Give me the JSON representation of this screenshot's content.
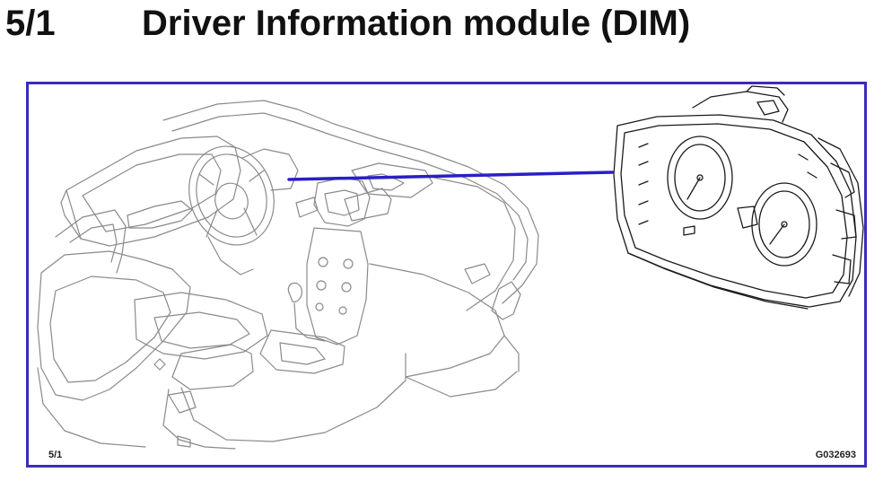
{
  "header": {
    "section_number": "5/1",
    "title": "Driver Information module (DIM)"
  },
  "figure": {
    "reference_label": "5/1",
    "drawing_code": "G032693",
    "frame_color": "#3b2bbf",
    "leader_color": "#2a1fc4",
    "line_color": "#8a8a8a",
    "cluster_line_color": "#1a1a1a"
  }
}
